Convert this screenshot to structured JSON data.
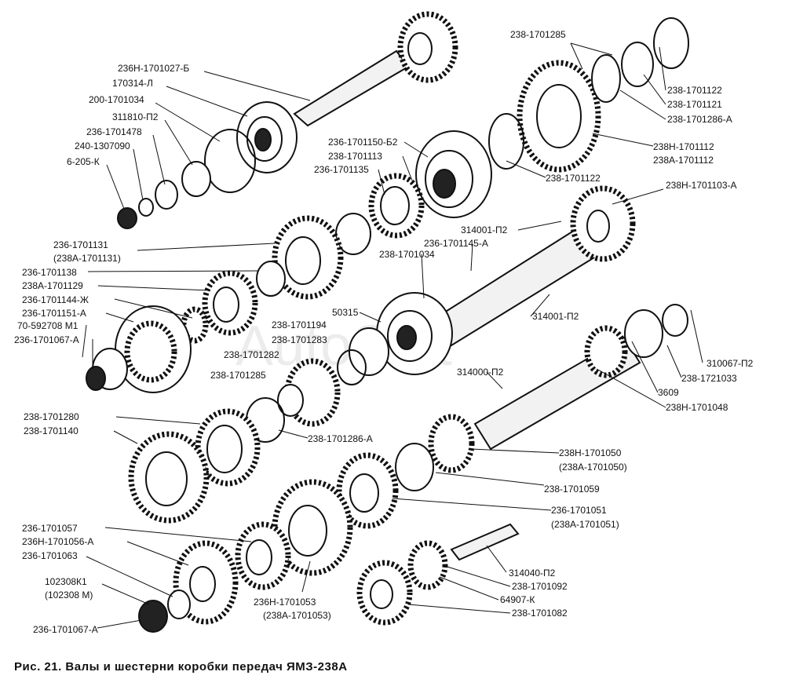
{
  "caption": "Рис. 21. Валы и шестерни коробки передач ЯМЗ-238А",
  "watermark": "AutoSoft",
  "labels": [
    "236Н-1701027-Б",
    "170314-Л",
    "200-1701034",
    "311810-П2",
    "236-1701478",
    "240-1307090",
    "6-205-К",
    "238-1701285",
    "238-1701122",
    "238-1701121",
    "238-1701286-А",
    "238Н-1701112",
    "238А-1701112",
    "238-1701122",
    "236-1701150-Б2",
    "238-1701113",
    "236-1701135",
    "238Н-1701103-А",
    "314001-П2",
    "236-1701145-А",
    "238-1701034",
    "236-1701131",
    "(238А-1701131)",
    "236-1701138",
    "238А-1701129",
    "236-1701144-Ж",
    "236-1701151-А",
    "70-592708 М1",
    "236-1701067-А",
    "50315",
    "238-1701194",
    "238-1701283",
    "238-1701282",
    "238-1701285",
    "314001-П2",
    "314000-П2",
    "310067-П2",
    "238-1721033",
    "3609",
    "238Н-1701048",
    "238-1701280",
    "238-1701140",
    "238-1701286-А",
    "238Н-1701050",
    "(238А-1701050)",
    "238-1701059",
    "236-1701051",
    "(238А-1701051)",
    "236-1701057",
    "236Н-1701056-А",
    "236-1701063",
    "102308К1",
    "(102308 М)",
    "236-1701067-А",
    "236Н-1701053",
    "(238А-1701053)",
    "314040-П2",
    "238-1701092",
    "64907-К",
    "238-1701082"
  ]
}
